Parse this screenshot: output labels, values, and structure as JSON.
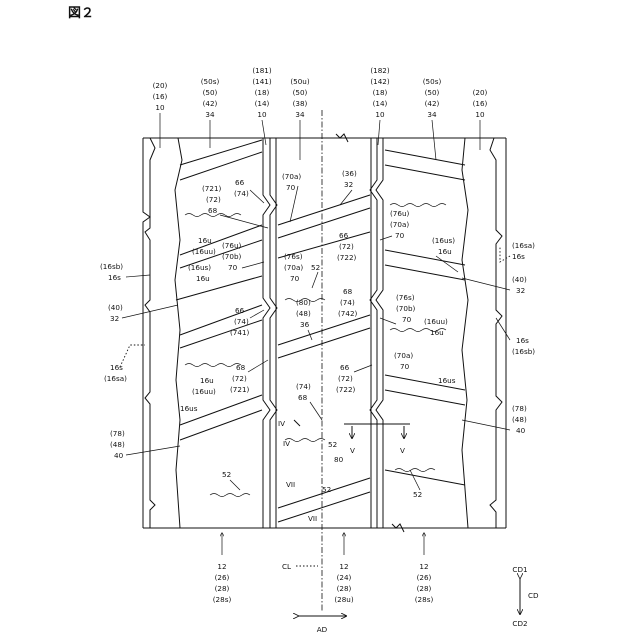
{
  "figure_title": "図２",
  "top_labels": [
    {
      "lines": [
        "(20)",
        "(16)",
        "10"
      ]
    },
    {
      "lines": [
        "(50s)",
        "(50)",
        "(42)",
        "34"
      ]
    },
    {
      "lines": [
        "(181)",
        "(141)",
        "(18)",
        "(14)",
        "10"
      ]
    },
    {
      "lines": [
        "(50u)",
        "(50)",
        "(38)",
        "34"
      ]
    },
    {
      "lines": [
        "(182)",
        "(142)",
        "(18)",
        "(14)",
        "10"
      ]
    },
    {
      "lines": [
        "(50s)",
        "(50)",
        "(42)",
        "34"
      ]
    },
    {
      "lines": [
        "(20)",
        "(16)",
        "10"
      ]
    }
  ],
  "bottom_labels": [
    {
      "lines": [
        "12",
        "(26)",
        "(28)",
        "(28s)"
      ]
    },
    {
      "lines": [
        "12",
        "(24)",
        "(28)",
        "(28u)"
      ]
    },
    {
      "lines": [
        "12",
        "(26)",
        "(28)",
        "(28s)"
      ]
    }
  ],
  "side_labels": [
    "(16sb)",
    "16s",
    "(40)",
    "32",
    "16s",
    "(16sa)",
    "(78)",
    "(48)",
    "40",
    "(16sa)",
    "16s",
    "(40)",
    "32",
    "16s",
    "(16sb)",
    "(78)",
    "(48)",
    "40"
  ],
  "callouts": [
    "(721)",
    "(72)",
    "68",
    "66",
    "(74)",
    "(70a)",
    "70",
    "(36)",
    "32",
    "16u",
    "(16uu)",
    "(76u)",
    "(70b)",
    "70",
    "(76u)",
    "(70a)",
    "70",
    "66",
    "(72)",
    "(722)",
    "(16us)",
    "16u",
    "(16us)",
    "16u",
    "(76s)",
    "(70a)",
    "70",
    "52",
    "68",
    "(74)",
    "(742)",
    "(80)",
    "(48)",
    "36",
    "66",
    "(74)",
    "(741)",
    "(76s)",
    "(70b)",
    "70",
    "(16uu)",
    "16u",
    "68",
    "(72)",
    "(721)",
    "66",
    "(72)",
    "(722)",
    "(70a)",
    "70",
    "16u",
    "(16uu)",
    "16us",
    "16us",
    "(74)",
    "68",
    "52",
    "80",
    "52",
    "52",
    "52"
  ],
  "section_marks": [
    "IV",
    "IV",
    "V",
    "V",
    "VII",
    "VII"
  ],
  "center_line_label": "CL",
  "axis": {
    "ad": "AD",
    "cd": "CD",
    "cd1": "CD1",
    "cd2": "CD2"
  }
}
